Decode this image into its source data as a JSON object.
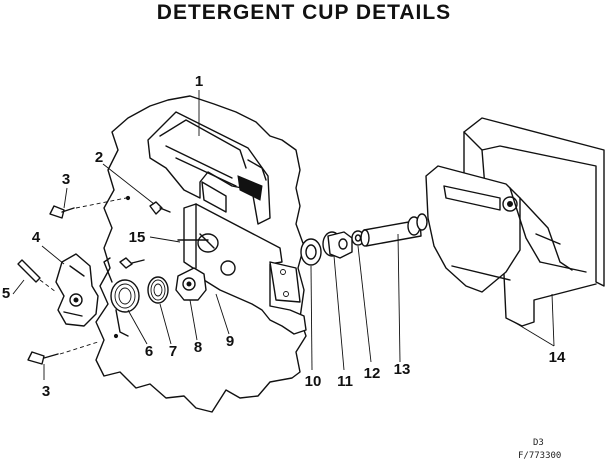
{
  "title": "DETERGENT CUP DETAILS",
  "part_labels": [
    {
      "id": "1",
      "text": "1"
    },
    {
      "id": "2",
      "text": "2"
    },
    {
      "id": "3a",
      "text": "3"
    },
    {
      "id": "4",
      "text": "4"
    },
    {
      "id": "5",
      "text": "5"
    },
    {
      "id": "15",
      "text": "15"
    },
    {
      "id": "3b",
      "text": "3"
    },
    {
      "id": "6",
      "text": "6"
    },
    {
      "id": "7",
      "text": "7"
    },
    {
      "id": "8",
      "text": "8"
    },
    {
      "id": "9",
      "text": "9"
    },
    {
      "id": "10",
      "text": "10"
    },
    {
      "id": "11",
      "text": "11"
    },
    {
      "id": "12",
      "text": "12"
    },
    {
      "id": "13",
      "text": "13"
    },
    {
      "id": "14",
      "text": "14"
    }
  ],
  "footer": {
    "line1": "D3",
    "line2": "F/773300"
  },
  "colors": {
    "ink": "#111111",
    "background": "#ffffff"
  }
}
